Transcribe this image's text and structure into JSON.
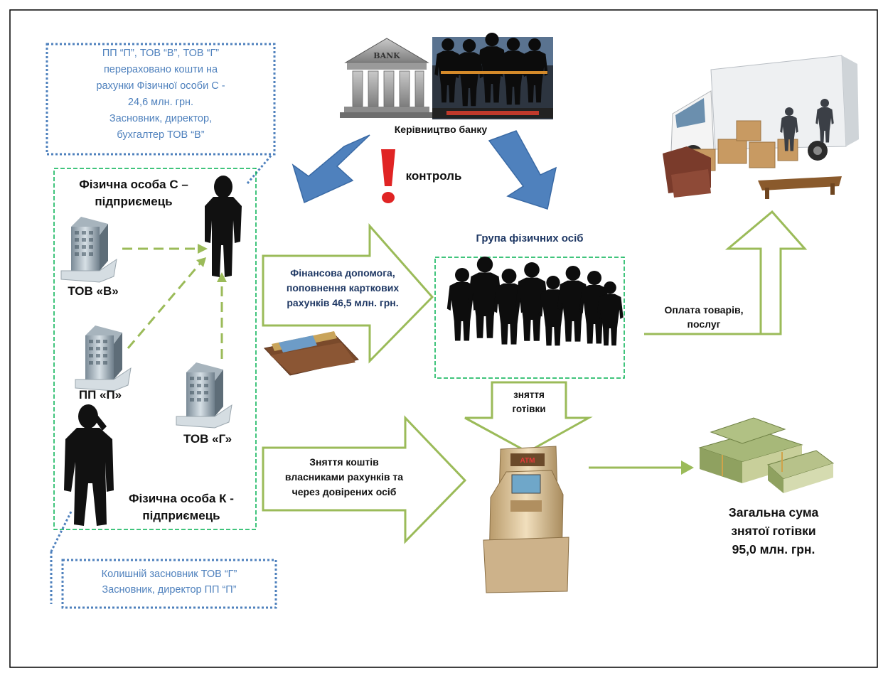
{
  "notes": {
    "top": "ПП “П”, ТОВ “В”, ТОВ “Г” перераховано кошти на рахунки Фізичної особи С - 24,6 млн. грн. Засновник, директор, бухгалтер ТОВ “В”",
    "top_lines": [
      "ПП “П”, ТОВ “В”, ТОВ “Г”",
      "перераховано кошти на",
      "рахунки Фізичної особи С -",
      "24,6 млн. грн.",
      "Засновник, директор,",
      "бухгалтер ТОВ “В”"
    ],
    "bottom_lines": [
      "Колишній засновник ТОВ “Г”",
      "Засновник, директор ПП “П”"
    ]
  },
  "bank": {
    "sign": "BANK",
    "management_label": "Керівництво банку",
    "control_label": "контроль"
  },
  "persons": {
    "s_lines": [
      "Фізична особа С –",
      "підприємець"
    ],
    "k_lines": [
      "Фізична особа К -",
      "підприємець"
    ]
  },
  "companies": {
    "v": "ТОВ «В»",
    "p": "ПП «П»",
    "g": "ТОВ «Г»"
  },
  "flows": {
    "financial_help_lines": [
      "Фінансова допомога,",
      "поповнення карткових",
      "рахунків 46,5 млн. грн."
    ],
    "withdrawal_lines": [
      "Зняття коштів",
      "власниками рахунків та",
      "через довірених осіб"
    ],
    "payment_lines": [
      "Оплата товарів,",
      "послуг"
    ],
    "cash_out_lines": [
      "зняття",
      "готівки"
    ]
  },
  "group_label": "Група фізичних осіб",
  "atm_label": "ATM",
  "total_lines": [
    "Загальна сума",
    "знятої готівки",
    "95,0 млн. грн."
  ],
  "colors": {
    "green_arrow": "#9bbb59",
    "blue_arrow": "#4f81bd",
    "note_text": "#4f81bd",
    "dotted_border": "#4f81bd",
    "dashed_green": "#00b050",
    "exclamation": "#e02424",
    "navy_text": "#1f3864"
  },
  "icons": [
    "bank-icon",
    "business-people-photo",
    "moving-truck-photo",
    "businessman-silhouette-icon",
    "office-building-icon",
    "wallet-photo",
    "people-group-silhouette",
    "exclamation-icon",
    "atm-icon",
    "money-stack-photo"
  ]
}
